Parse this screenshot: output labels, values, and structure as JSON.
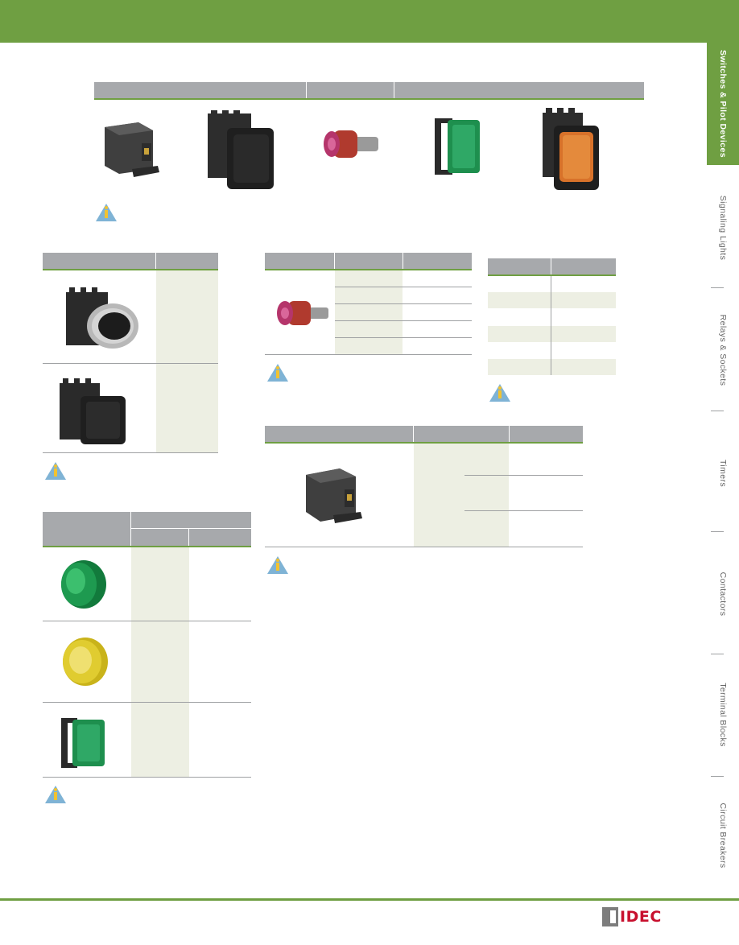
{
  "sidebar": {
    "tabs": [
      {
        "label": "Switches & Pilot Devices",
        "active": true
      },
      {
        "label": "Signaling Lights",
        "active": false
      },
      {
        "label": "Relays & Sockets",
        "active": false
      },
      {
        "label": "Timers",
        "active": false
      },
      {
        "label": "Contactors",
        "active": false
      },
      {
        "label": "Terminal Blocks",
        "active": false
      },
      {
        "label": "Circuit Breakers",
        "active": false
      }
    ]
  },
  "footer": {
    "brand": "IDEC"
  },
  "colors": {
    "accent_green": "#6f9f42",
    "header_grey": "#a7a9ac",
    "cell_tint": "#edefe3",
    "logo_red": "#c8102e"
  },
  "icons": [
    "info-icon",
    "contact-block-image",
    "operator-image",
    "led-lamp-image",
    "lens-image",
    "illuminated-pushbutton-image"
  ]
}
